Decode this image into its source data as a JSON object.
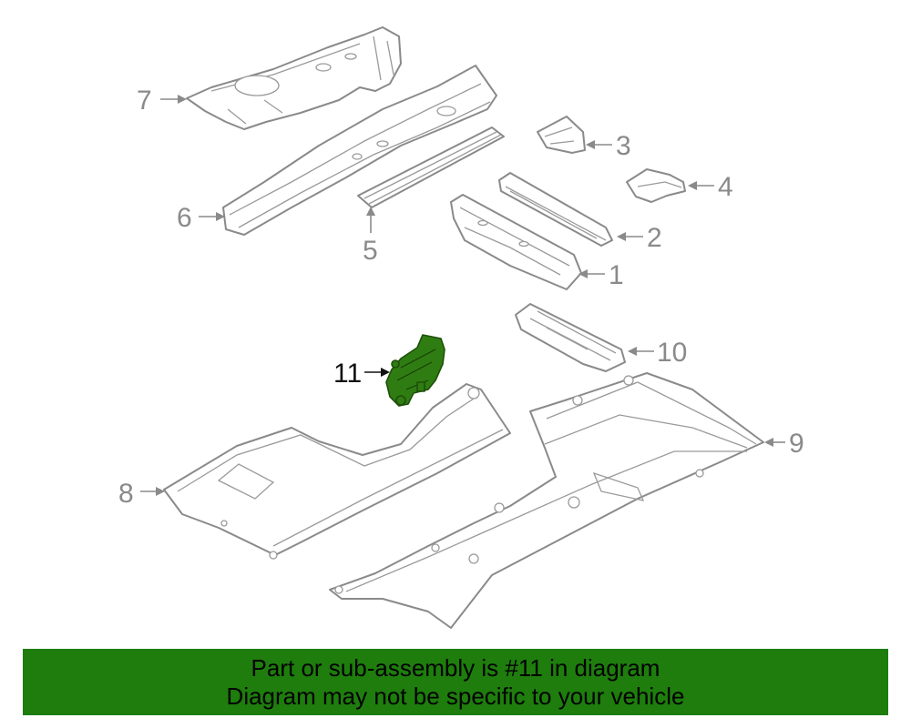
{
  "diagram": {
    "callouts": [
      "1",
      "2",
      "3",
      "4",
      "5",
      "6",
      "7",
      "8",
      "9",
      "10",
      "11"
    ],
    "highlighted_callout": "11",
    "highlight_color": "#2f7d12"
  },
  "banner": {
    "line1": "Part or sub-assembly is #11 in diagram",
    "line2": "Diagram may not be specific to your vehicle",
    "background": "#1e7d0d"
  }
}
